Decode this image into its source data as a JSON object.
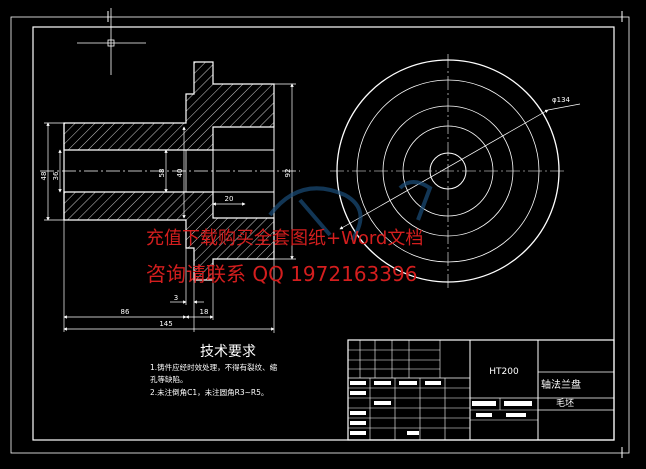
{
  "dimensions": {
    "d134": "φ134",
    "d48": "48",
    "d36": "36",
    "d58": "58",
    "d40": "40",
    "d92": "92",
    "l20": "20",
    "l3": "3",
    "l86": "86",
    "l18": "18",
    "l145": "145"
  },
  "notes": {
    "title": "技术要求",
    "line1": "1.铸件应经时效处理，不得有裂纹、缩",
    "line2": "孔等缺陷。",
    "line3": "2.未注倒角C1，未注圆角R3~R5。"
  },
  "title_block": {
    "material": "HT200",
    "part_name": "轴法兰盘",
    "drawing_type": "毛坯"
  },
  "watermark": {
    "line1": "充值下载购买全套图纸+Word文档",
    "line2": "咨询请联系 QQ 1972163396"
  },
  "colors": {
    "line": "#ffffff",
    "background": "#000000",
    "watermark": "#d41e1e"
  }
}
